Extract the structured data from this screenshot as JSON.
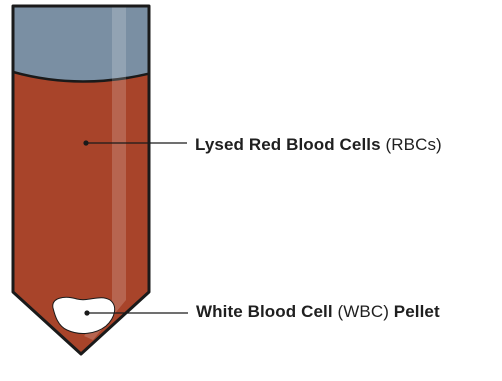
{
  "labels": {
    "rbc": {
      "bold": "Lysed Red Blood Cells",
      "normal": "(RBCs)"
    },
    "wbc": {
      "bold_1": "White Blood Cell",
      "normal": "(WBC)",
      "bold_2": "Pellet"
    }
  },
  "colors": {
    "tube_outline": "#1a1a1a",
    "supernatant": "#7a8fa3",
    "lysed_rbc_layer": "#a8442a",
    "wbc_pellet": "#ffffff",
    "leader_line": "#1a1a1a"
  }
}
